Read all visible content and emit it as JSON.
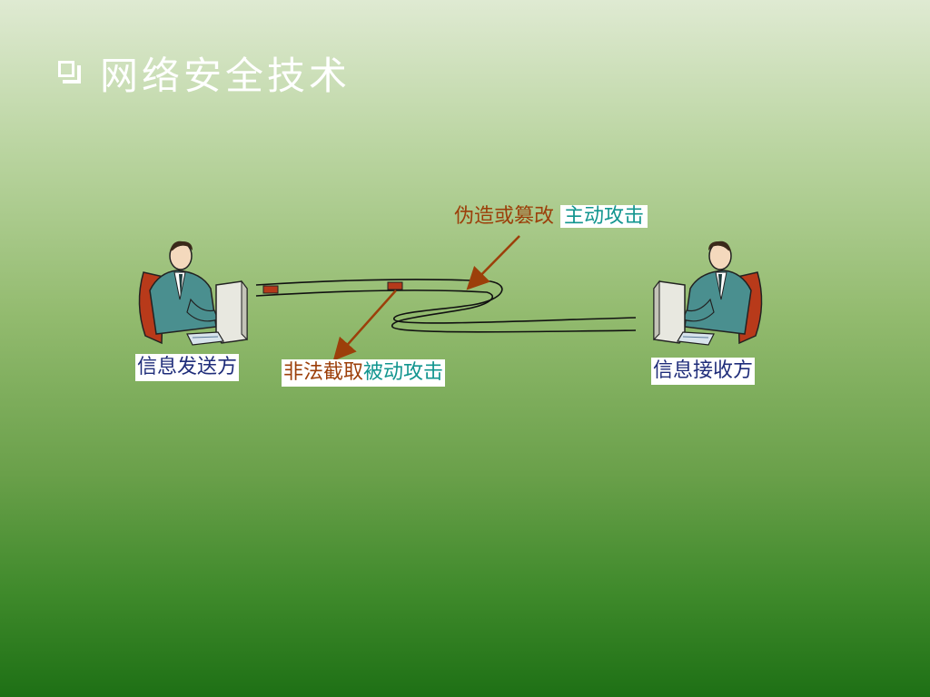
{
  "title": {
    "bullet_icon": "hollow-square-bullet",
    "text": "网络安全技术"
  },
  "diagram": {
    "sender_label": "信息发送方",
    "receiver_label": "信息接收方",
    "active_attack": {
      "method": "伪造或篡改",
      "type": "主动攻击"
    },
    "passive_attack": {
      "method": "非法截取",
      "type": "被动攻击"
    },
    "colors": {
      "party_label": "#1f2d7a",
      "attack_method": "#9c3f0a",
      "attack_type": "#12958f",
      "arrow": "#9c3f0a",
      "packet": "#b5391a"
    }
  }
}
